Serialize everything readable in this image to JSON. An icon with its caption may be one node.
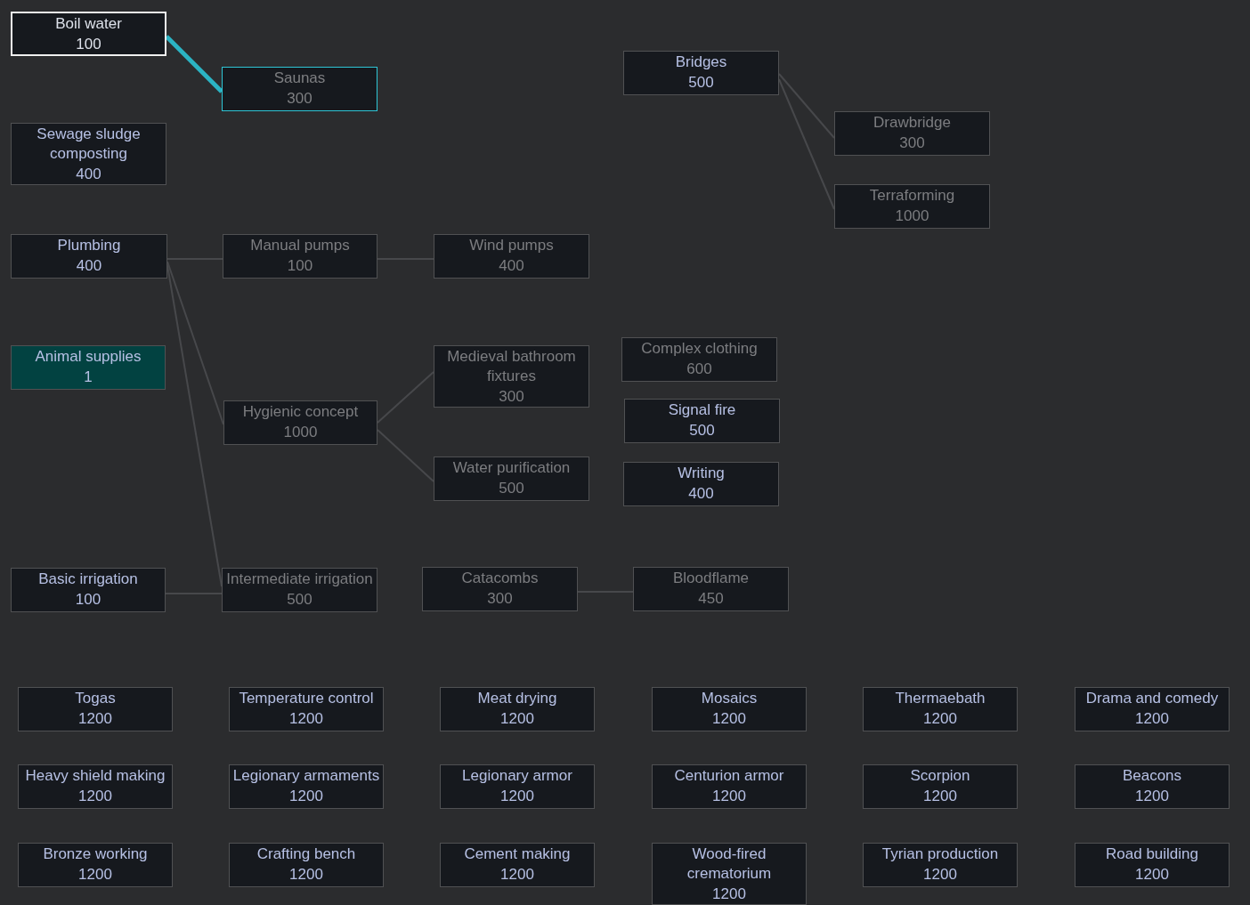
{
  "diagram": {
    "nodes": [
      {
        "text": [
          "Boil water",
          "100"
        ]
      },
      {
        "text": [
          "Saunas",
          "300"
        ]
      },
      {
        "text": [
          "Bridges",
          "500"
        ]
      },
      {
        "text": [
          "Drawbridge",
          "300"
        ]
      },
      {
        "text": [
          "Sewage sludge composting",
          "400"
        ]
      },
      {
        "text": [
          "Terraforming",
          "1000"
        ]
      },
      {
        "text": [
          "Plumbing",
          "400"
        ]
      },
      {
        "text": [
          "Manual pumps",
          "100"
        ]
      },
      {
        "text": [
          "Wind pumps",
          "400"
        ]
      },
      {
        "text": [
          "Animal supplies",
          "1"
        ]
      },
      {
        "text": [
          "Medieval bathroom fixtures",
          "300"
        ]
      },
      {
        "text": [
          "Complex clothing",
          "600"
        ]
      },
      {
        "text": [
          "Hygienic concept",
          "1000"
        ]
      },
      {
        "text": [
          "Signal fire",
          "500"
        ]
      },
      {
        "text": [
          "Water purification",
          "500"
        ]
      },
      {
        "text": [
          "Writing",
          "400"
        ]
      },
      {
        "text": [
          "Basic irrigation",
          "100"
        ]
      },
      {
        "text": [
          "Intermediate irrigation",
          "500"
        ]
      },
      {
        "text": [
          "Catacombs",
          "300"
        ]
      },
      {
        "text": [
          "Bloodflame",
          "450"
        ]
      },
      {
        "text": [
          "Togas",
          "1200"
        ]
      },
      {
        "text": [
          "Temperature control",
          "1200"
        ]
      },
      {
        "text": [
          "Meat drying",
          "1200"
        ]
      },
      {
        "text": [
          "Mosaics",
          "1200"
        ]
      },
      {
        "text": [
          "Thermaebath",
          "1200"
        ]
      },
      {
        "text": [
          "Drama and comedy",
          "1200"
        ]
      },
      {
        "text": [
          "Heavy shield making",
          "1200"
        ]
      },
      {
        "text": [
          "Legionary armaments",
          "1200"
        ]
      },
      {
        "text": [
          "Legionary armor",
          "1200"
        ]
      },
      {
        "text": [
          "Centurion armor",
          "1200"
        ]
      },
      {
        "text": [
          "Scorpion",
          "1200"
        ]
      },
      {
        "text": [
          "Beacons",
          "1200"
        ]
      },
      {
        "text": [
          "Bronze working",
          "1200"
        ]
      },
      {
        "text": [
          "Crafting bench",
          "1200"
        ]
      },
      {
        "text": [
          "Cement making",
          "1200"
        ]
      },
      {
        "text": [
          "Wood-fired crematorium",
          "1200"
        ]
      },
      {
        "text": [
          "Tyrian production",
          "1200"
        ]
      },
      {
        "text": [
          "Road building",
          "1200"
        ]
      }
    ],
    "edges": [
      {
        "from": 0,
        "to": 1,
        "arrow": "none",
        "style": "thick",
        "color": "#2bb3c3"
      },
      {
        "from": 2,
        "to": 3,
        "arrow": "none"
      },
      {
        "from": 2,
        "to": 5,
        "arrow": "none"
      },
      {
        "from": 6,
        "to": 7,
        "arrow": "none"
      },
      {
        "from": 7,
        "to": 8,
        "arrow": "none"
      },
      {
        "from": 6,
        "to": 12,
        "arrow": "none"
      },
      {
        "from": 6,
        "to": 17,
        "arrow": "none"
      },
      {
        "from": 12,
        "to": 10,
        "arrow": "none"
      },
      {
        "from": 12,
        "to": 14,
        "arrow": "none"
      },
      {
        "from": 16,
        "to": 17,
        "arrow": "none"
      },
      {
        "from": 18,
        "to": 19,
        "arrow": "none"
      }
    ]
  }
}
